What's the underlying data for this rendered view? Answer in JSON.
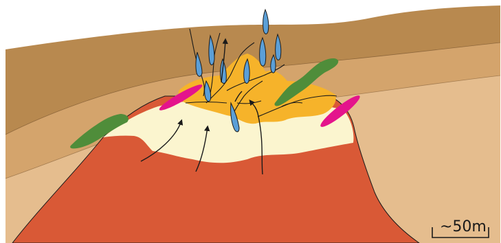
{
  "colors": {
    "background": "#ffffff",
    "top_stratum": "#b8894f",
    "middle_stratum": "#d4a46c",
    "lower_stratum": "#e5bd8e",
    "intrusion_base": "#d95936",
    "pale_alteration": "#fbf5cf",
    "orange_alteration": "#f6b32a",
    "green_bodies": "#4f8d3a",
    "magenta_bodies": "#e4148c",
    "blue_veins": "#5b9fd7",
    "lines": "#1a1a1a"
  },
  "icons": {
    "arrows": "upward-arrow",
    "scale": "scale-bar"
  },
  "scale_bar": {
    "label": "~50m"
  }
}
